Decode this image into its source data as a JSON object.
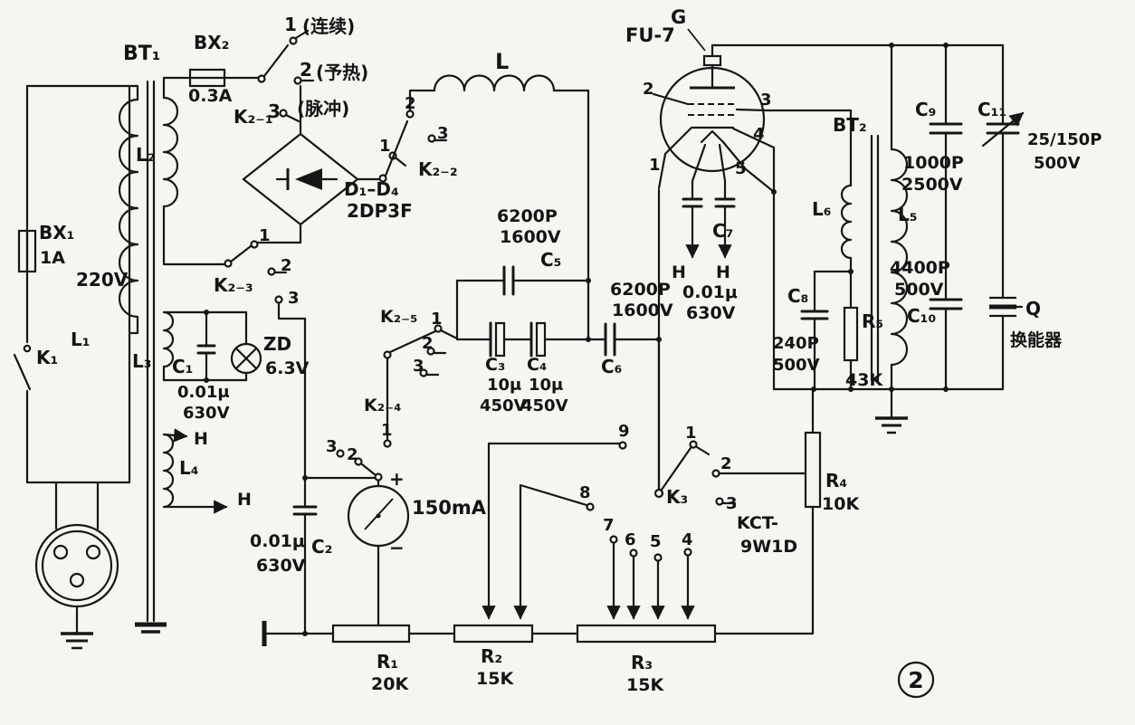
{
  "figure_number": "2",
  "mains": {
    "bx1": "BX₁",
    "bx1_rating": "1A",
    "voltage": "220V",
    "l1": "L₁",
    "k1": "K₁"
  },
  "bt1": {
    "label": "BT₁",
    "l2": "L₂",
    "l3": "L₃",
    "l4": "L₄",
    "h_upper": "H",
    "h_lower": "H"
  },
  "bx2": {
    "label": "BX₂",
    "rating": "0.3A"
  },
  "k2_1": {
    "label": "K₂₋₁",
    "pos1": "1",
    "pos1_name": "(连续)",
    "pos2": "2",
    "pos2_name": "(予热)",
    "pos3": "3",
    "pos3_name": "(脉冲)"
  },
  "k2_2": {
    "label": "K₂₋₂",
    "c1": "1",
    "c2": "2",
    "c3": "3"
  },
  "k2_3": {
    "label": "K₂₋₃",
    "c1": "1",
    "c2": "2",
    "c3": "3"
  },
  "k2_4": {
    "label": "K₂₋₄",
    "c1": "1",
    "c2": "2",
    "c3": "3"
  },
  "k2_5": {
    "label": "K₂₋₅",
    "c1": "1",
    "c2": "2",
    "c3": "3"
  },
  "bridge": {
    "label": "D₁–D₄",
    "type": "2DP3F"
  },
  "choke": {
    "label": "L"
  },
  "c1": {
    "label": "C₁",
    "value": "0.01μ",
    "voltage": "630V"
  },
  "c2": {
    "label": "C₂",
    "value": "0.01μ",
    "voltage": "630V"
  },
  "c3": {
    "label": "C₃",
    "value": "10μ",
    "voltage": "450V"
  },
  "c4": {
    "label": "C₄",
    "value": "10μ",
    "voltage": "450V"
  },
  "c5": {
    "label": "C₅",
    "value": "6200P",
    "voltage": "1600V"
  },
  "c6": {
    "label": "C₆",
    "value": "6200P",
    "voltage": "1600V"
  },
  "c7": {
    "label": "C₇",
    "value": "0.01μ",
    "voltage": "630V",
    "h_left": "H",
    "h_right": "H"
  },
  "c8": {
    "label": "C₈",
    "value": "240P",
    "voltage": "500V"
  },
  "c9": {
    "label": "C₉",
    "value": "1000P",
    "voltage": "2500V"
  },
  "c10": {
    "label": "C₁₀",
    "value": "4400P",
    "voltage": "500V"
  },
  "c11": {
    "label": "C₁₁",
    "value": "25/150P",
    "voltage": "500V"
  },
  "zd": {
    "label": "ZD",
    "voltage": "6.3V"
  },
  "meter": {
    "label": "150mA",
    "plus": "+",
    "minus": "−"
  },
  "tube": {
    "grid_cap": "G",
    "type": "FU-7",
    "pin1": "1",
    "pin2": "2",
    "pin3": "3",
    "pin4": "4",
    "pin5": "5"
  },
  "l6": {
    "label": "L₆"
  },
  "bt2": {
    "label": "BT₂",
    "l5": "L₅"
  },
  "r1": {
    "label": "R₁",
    "value": "20K"
  },
  "r2": {
    "label": "R₂",
    "value": "15K"
  },
  "r3": {
    "label": "R₃",
    "value": "15K"
  },
  "r4": {
    "label": "R₄",
    "value": "10K"
  },
  "r5": {
    "label": "R₅",
    "value": "43K"
  },
  "k3": {
    "label": "K₃",
    "type_line1": "KCT-",
    "type_line2": "9W1D",
    "c1": "1",
    "c2": "2",
    "c3": "3",
    "c4": "4",
    "c5": "5",
    "c6": "6",
    "c7": "7",
    "c8": "8",
    "c9": "9"
  },
  "transducer": {
    "label": "Q",
    "name": "换能器"
  }
}
